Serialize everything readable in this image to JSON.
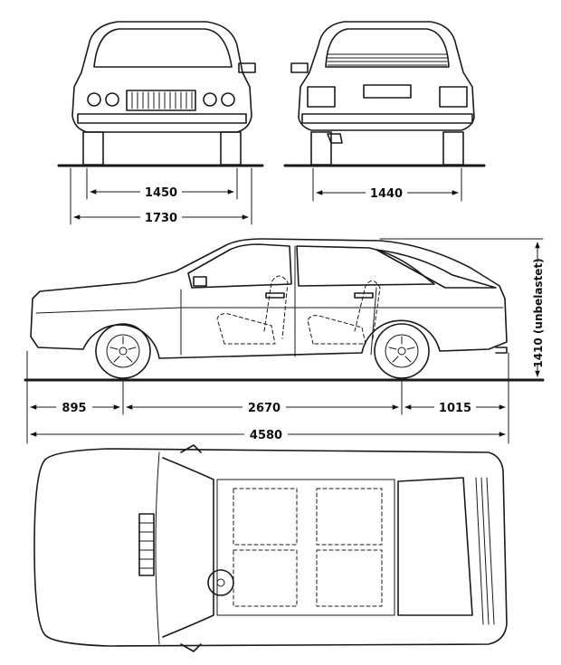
{
  "front_view": {
    "track": "1450",
    "width": "1730"
  },
  "rear_view": {
    "track": "1440"
  },
  "side_view": {
    "front_overhang": "895",
    "wheelbase": "2670",
    "rear_overhang": "1015",
    "length": "4580",
    "height": "1410 (unbelastet)"
  }
}
